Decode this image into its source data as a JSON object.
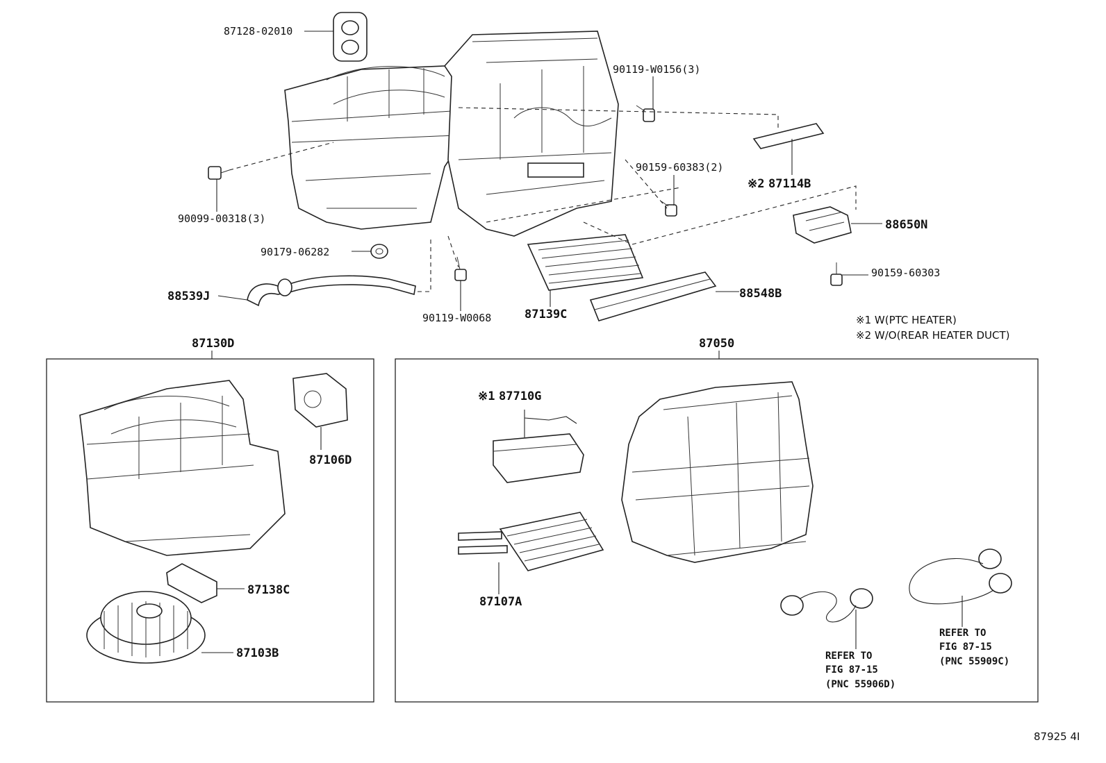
{
  "diagram_code": "87925 4I",
  "notes": {
    "note1": "※1 W(PTC HEATER)",
    "note2": "※2 W/O(REAR HEATER DUCT)"
  },
  "assemblies": {
    "left_box": "87130D",
    "right_box": "87050"
  },
  "part_labels": {
    "p87128": "87128-02010",
    "p90119a": "90119-W0156(3)",
    "p90159a": "90159-60383(2)",
    "p87114": "87114B",
    "p87114_mark": "※2",
    "p88650": "88650N",
    "p90159b": "90159-60303",
    "p88548": "88548B",
    "p90099": "90099-00318(3)",
    "p90179": "90179-06282",
    "p88539": "88539J",
    "p90119b": "90119-W0068",
    "p87139": "87139C",
    "p87106": "87106D",
    "p87138": "87138C",
    "p87103": "87103B",
    "p87710": "87710G",
    "p87710_mark": "※1",
    "p87107": "87107A"
  },
  "references": {
    "ref_a": {
      "line1": "REFER TO",
      "line2": "FIG 87-15",
      "line3": "(PNC 55906D)"
    },
    "ref_b": {
      "line1": "REFER TO",
      "line2": "FIG 87-15",
      "line3": "(PNC 55909C)"
    }
  }
}
